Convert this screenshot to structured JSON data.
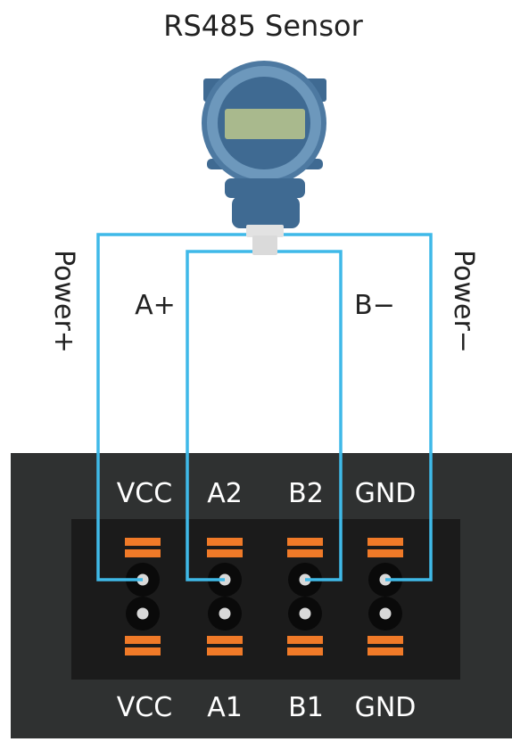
{
  "title": "RS485 Sensor",
  "wire_labels": {
    "power_plus": "Power+",
    "a_plus": "A+",
    "b_minus": "B−",
    "power_minus": "Power−"
  },
  "terminals": {
    "top": [
      "VCC",
      "A2",
      "B2",
      "GND"
    ],
    "bottom": [
      "VCC",
      "A1",
      "B1",
      "GND"
    ]
  },
  "colors": {
    "wire": "#3fb9e8",
    "board": "#2f3131",
    "terminal_block": "#1b1b1b",
    "contact": "#f07a28",
    "screw": "#0a0a0a",
    "screw_center": "#d9d9d9",
    "sensor_body": "#4d79a1",
    "sensor_face": "#6d98bc",
    "sensor_display": "#a9b98d",
    "label_on_board": "#ffffff",
    "label_on_page": "#222222"
  },
  "icons": {
    "sensor": "rs485-sensor-icon"
  }
}
